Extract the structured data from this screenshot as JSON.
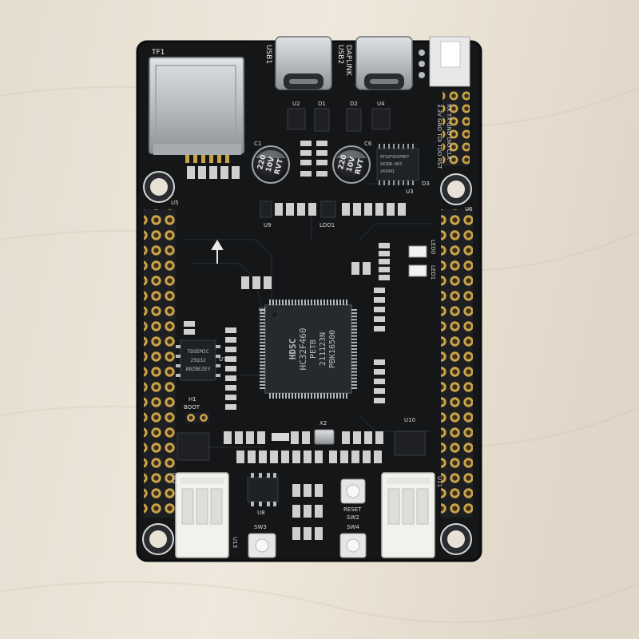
{
  "board": {
    "silkscreen": {
      "usb1": "USB1",
      "usb2": "USB2",
      "daplink": "DAPLINK",
      "tf1": "TF1",
      "u5": "U5",
      "u6": "U6",
      "u1": "U1",
      "u2": "U2",
      "u3": "U3",
      "u4": "U4",
      "u7": "U7",
      "u8": "U8",
      "u9": "U9",
      "u10": "U10",
      "u11": "U11",
      "u12": "U12",
      "u13": "U13",
      "ldo1": "LDO1",
      "led0": "LED0",
      "led1": "LED1",
      "sw2": "SW2",
      "sw3": "SW3",
      "sw4": "SW4",
      "reset": "RESET",
      "boot": "BOOT",
      "h1": "H1",
      "x2": "X2",
      "c1": "C1",
      "c6": "C6",
      "d1": "D1",
      "d2": "D2",
      "d3": "D3",
      "header_top": "RX TX GND DIO CLK",
      "header_top2": "3.3V GND TDI TDO RST"
    },
    "mcu": {
      "logo": "HDSC",
      "part": "HC32F460",
      "line2": "PETB",
      "line3": "211123N",
      "line4": "PBK16500"
    },
    "flash": {
      "line1": "TDSEMIC",
      "line2": "25Q32",
      "line3": "88ZBEZEY"
    },
    "cap1": {
      "line1": "220",
      "line2": "10V",
      "line3": "RVT"
    },
    "cap2": {
      "line1": "220",
      "line2": "10V",
      "line3": "RVT"
    },
    "usb_ic": {
      "line1": "AT32F425F8P7",
      "line2": "SX1DD-003",
      "line3": "2410A1"
    },
    "colors": {
      "pcb": "#141618",
      "gold": "#c9a24a",
      "silk": "#e8e8e8",
      "wood": "#e9e2d6"
    }
  }
}
